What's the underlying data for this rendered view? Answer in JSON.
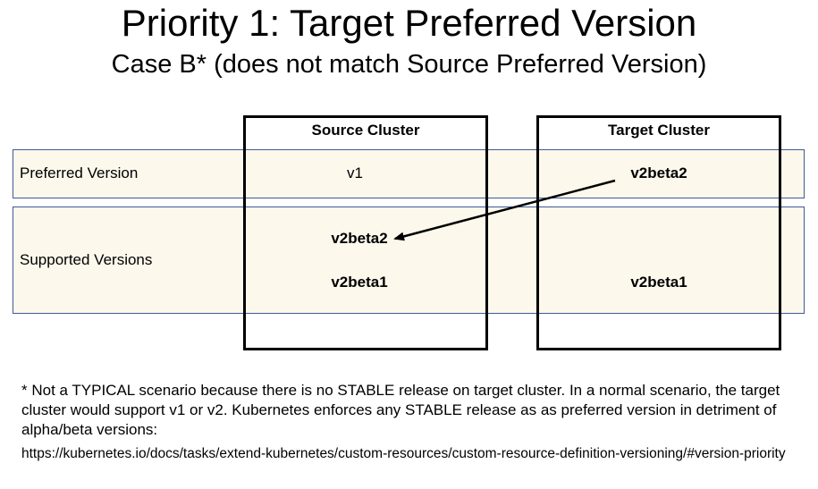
{
  "title": "Priority 1: Target Preferred Version",
  "subtitle": "Case B* (does not match Source Preferred Version)",
  "rows": {
    "preferred_label": "Preferred Version",
    "supported_label": "Supported Versions"
  },
  "source_cluster": {
    "header": "Source Cluster",
    "preferred": "v1",
    "supported": [
      "v2beta2",
      "v2beta1"
    ]
  },
  "target_cluster": {
    "header": "Target Cluster",
    "preferred": "v2beta2",
    "supported": [
      "v2beta1"
    ]
  },
  "footnote": {
    "text": "* Not a TYPICAL scenario because there is no STABLE release on target cluster. In a normal scenario, the target cluster would support v1 or v2. Kubernetes enforces any STABLE release as as preferred version in detriment of alpha/beta versions:",
    "link": "https://kubernetes.io/docs/tasks/extend-kubernetes/custom-resources/custom-resource-definition-versioning/#version-priority"
  },
  "colors": {
    "band_fill": "#fdf8ec",
    "band_border": "#3d5a99",
    "box_border": "#000000"
  }
}
